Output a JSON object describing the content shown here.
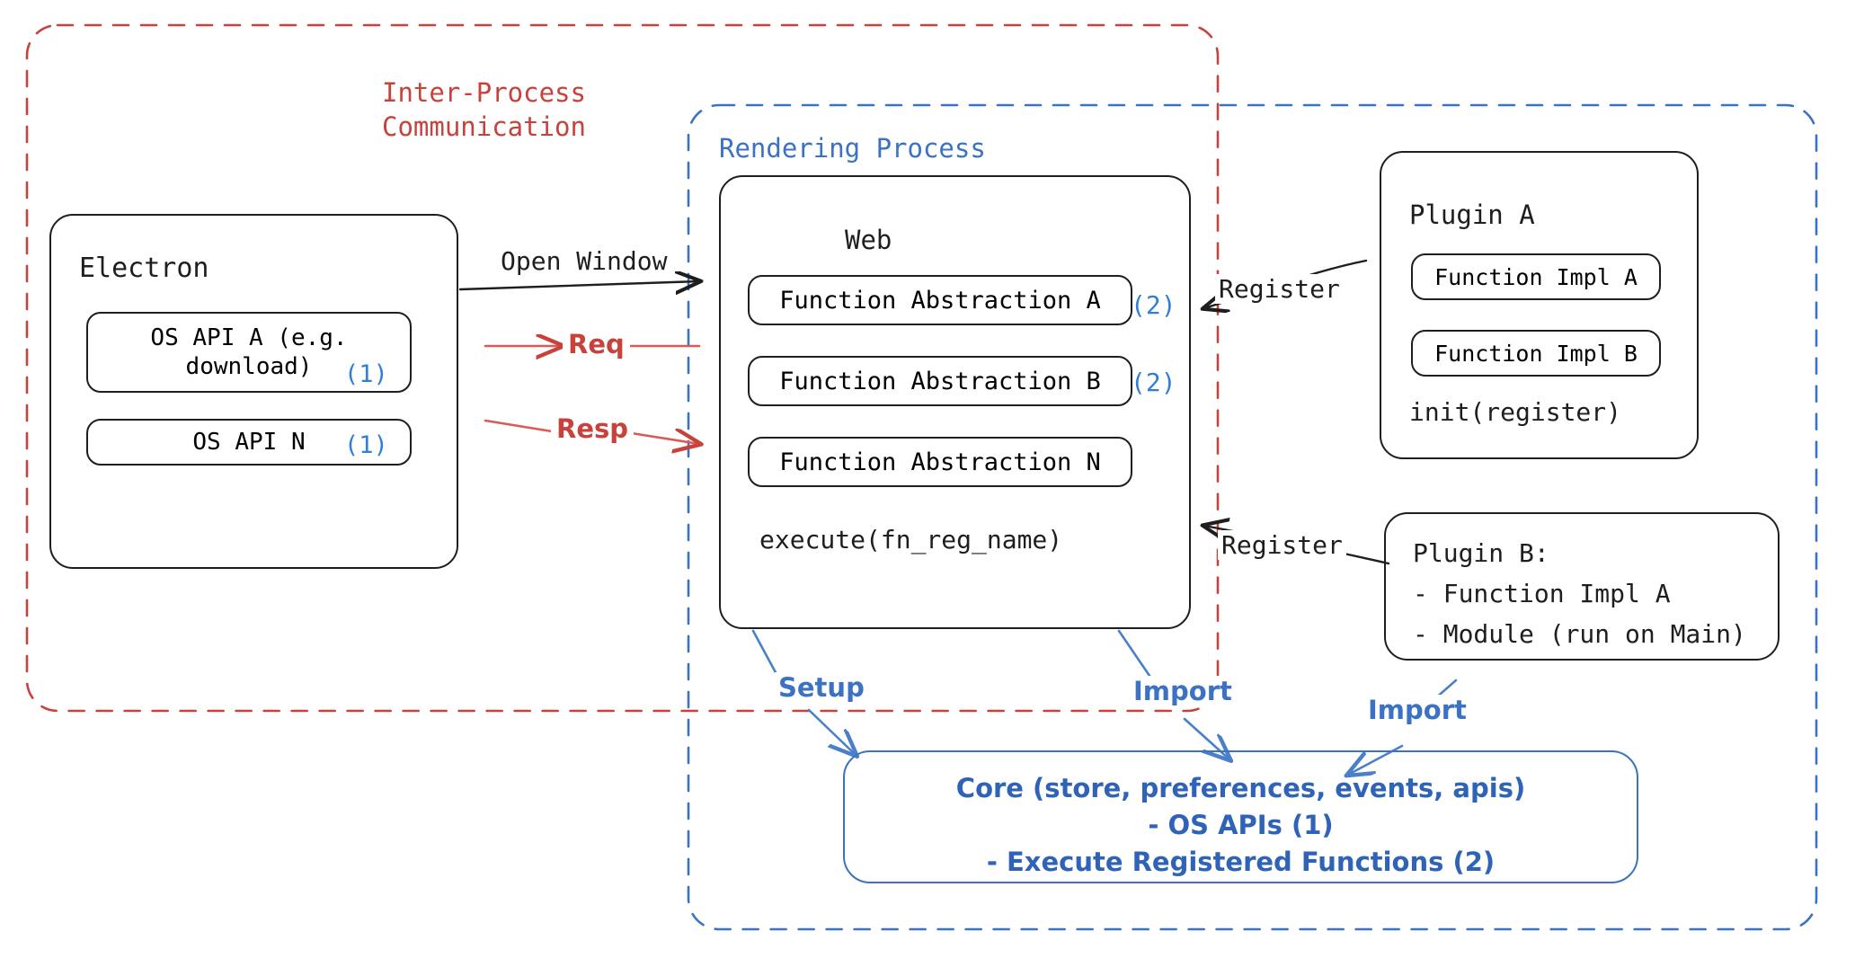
{
  "diagram": {
    "title_hidden": "",
    "colors": {
      "ink": "#1e1e1e",
      "red": "#c8423c",
      "blue": "#3b72c4",
      "number_blue": "#2f7fd8",
      "core_blue": "#2f63b8",
      "background": "#ffffff"
    }
  },
  "containers": {
    "ipc": {
      "label": "Inter-Process\nCommunication",
      "color": "#c8423c",
      "style": "dashed"
    },
    "rendering": {
      "label": "Rendering Process",
      "color": "#3b72c4",
      "style": "dashed"
    }
  },
  "electron": {
    "title": "Electron",
    "apis": [
      {
        "label": "OS API A (e.g.\ndownload)",
        "badge": "(1)"
      },
      {
        "label": "OS API N",
        "badge": "(1)"
      }
    ]
  },
  "web": {
    "title": "Web",
    "abstractions": [
      {
        "label": "Function Abstraction A",
        "badge": "(2)"
      },
      {
        "label": "Function Abstraction B",
        "badge": "(2)"
      },
      {
        "label": "Function Abstraction N",
        "badge": ""
      }
    ],
    "footer": "execute(fn_reg_name)"
  },
  "plugin_a": {
    "title": "Plugin A",
    "items": [
      "Function Impl A",
      "Function Impl B"
    ],
    "footer": "init(register)"
  },
  "plugin_b": {
    "title": "Plugin B:",
    "lines": [
      "- Function Impl A",
      "- Module (run on Main)"
    ]
  },
  "core": {
    "text": "Core (store, preferences, events, apis)\n- OS APIs (1)\n- Execute Registered Functions (2)"
  },
  "edges": [
    {
      "id": "open-window",
      "label": "Open Window",
      "color": "#1e1e1e"
    },
    {
      "id": "req",
      "label": "Req",
      "color": "#c8423c"
    },
    {
      "id": "resp",
      "label": "Resp",
      "color": "#c8423c"
    },
    {
      "id": "register-a",
      "label": "Register",
      "color": "#1e1e1e"
    },
    {
      "id": "register-b",
      "label": "Register",
      "color": "#1e1e1e"
    },
    {
      "id": "setup",
      "label": "Setup",
      "color": "#3b72c4"
    },
    {
      "id": "import-web",
      "label": "Import",
      "color": "#3b72c4"
    },
    {
      "id": "import-plugin",
      "label": "Import",
      "color": "#3b72c4"
    }
  ]
}
